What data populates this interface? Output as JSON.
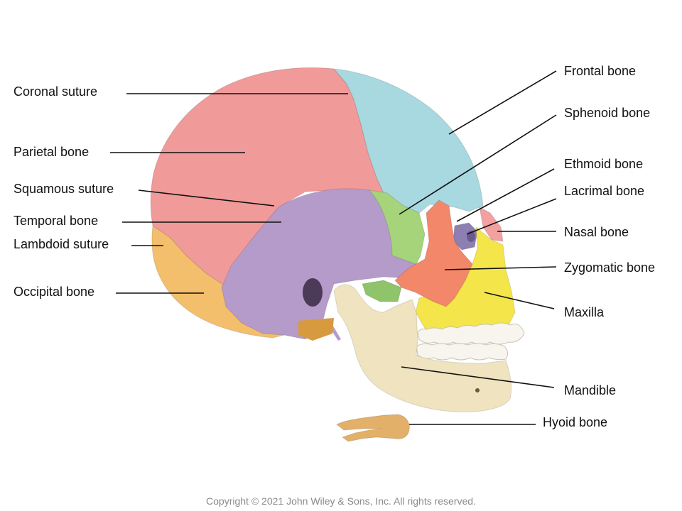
{
  "labels": {
    "coronal_suture": "Coronal suture",
    "parietal_bone": "Parietal bone",
    "squamous_suture": "Squamous suture",
    "temporal_bone": "Temporal bone",
    "lambdoid_suture": "Lambdoid suture",
    "occipital_bone": "Occipital bone",
    "frontal_bone": "Frontal bone",
    "sphenoid_bone": "Sphenoid bone",
    "ethmoid_bone": "Ethmoid bone",
    "lacrimal_bone": "Lacrimal bone",
    "nasal_bone": "Nasal bone",
    "zygomatic_bone": "Zygomatic bone",
    "maxilla": "Maxilla",
    "mandible": "Mandible",
    "hyoid_bone": "Hyoid bone"
  },
  "copyright": "Copyright © 2021 John Wiley & Sons, Inc. All rights reserved.",
  "colors": {
    "parietal": "#f09a9a",
    "frontal": "#a8d8e0",
    "temporal": "#b59bc9",
    "occipital": "#f3bf6c",
    "sphenoid": "#a6d47a",
    "zygomatic": "#f2876a",
    "maxilla": "#f4e54a",
    "mandible": "#efe3c0",
    "ethmoid": "#8e7fb2",
    "nasal": "#f2a0a0",
    "hyoid": "#e2b068",
    "teeth": "#f7f5ee"
  }
}
